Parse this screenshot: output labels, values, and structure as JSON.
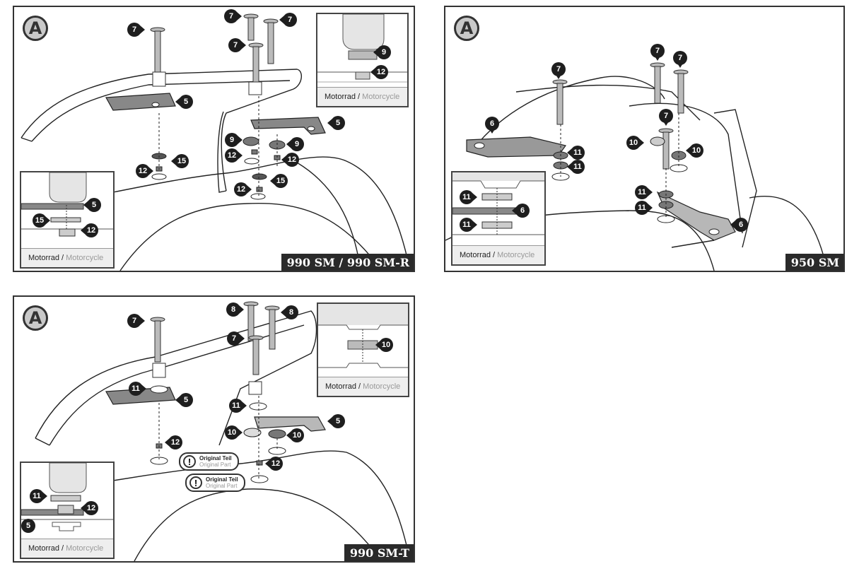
{
  "panels": {
    "p1": {
      "badge": "A",
      "model": "990 SM / 990 SM-R",
      "inset_a_caption": {
        "de": "Motorrad",
        "en": "Motorcycle"
      },
      "inset_b_caption": {
        "de": "Motorrad",
        "en": "Motorcycle"
      },
      "callouts": {
        "c1": "7",
        "c2": "7",
        "c3": "7",
        "c4": "7",
        "c5": "5",
        "c6": "5",
        "c7": "9",
        "c8": "9",
        "c9": "12",
        "c10": "12",
        "c11": "12",
        "c12": "12",
        "c13": "15",
        "c14": "15",
        "i1": "9",
        "i2": "12",
        "i3": "5",
        "i4": "15",
        "i5": "12"
      }
    },
    "p2": {
      "badge": "A",
      "model": "950 SM",
      "inset_caption": {
        "de": "Motorrad",
        "en": "Motorcycle"
      },
      "callouts": {
        "c1": "7",
        "c2": "7",
        "c3": "7",
        "c4": "7",
        "c5": "6",
        "c6": "6",
        "c7": "11",
        "c8": "11",
        "c9": "11",
        "c10": "11",
        "c11": "10",
        "c12": "10",
        "i1": "11",
        "i2": "6",
        "i3": "11"
      }
    },
    "p3": {
      "badge": "A",
      "model": "990 SM-T",
      "inset_a_caption": {
        "de": "Motorrad",
        "en": "Motorcycle"
      },
      "inset_b_caption": {
        "de": "Motorrad",
        "en": "Motorcycle"
      },
      "note": {
        "de": "Original Teil",
        "en": "Original Part",
        "mark": "!"
      },
      "callouts": {
        "c1": "7",
        "c2": "8",
        "c3": "8",
        "c4": "7",
        "c5": "11",
        "c6": "11",
        "c7": "5",
        "c8": "5",
        "c9": "10",
        "c10": "10",
        "c11": "12",
        "c12": "12",
        "i1": "10",
        "i2": "11",
        "i3": "12",
        "i4": "5"
      }
    }
  }
}
